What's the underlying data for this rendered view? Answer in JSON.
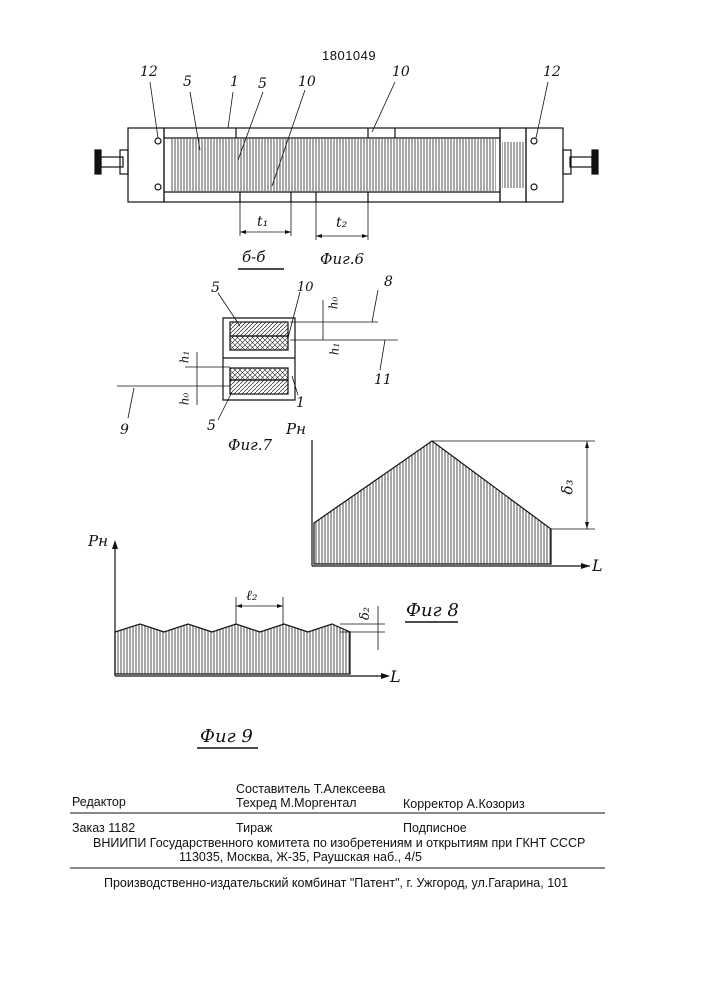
{
  "patent_number": "1801049",
  "fig6": {
    "part_labels": [
      "12",
      "5",
      "1",
      "5",
      "10",
      "10",
      "12"
    ],
    "dim_labels": [
      "t₁",
      "t₂"
    ],
    "section_label": "б-б",
    "caption": "Фиг.6"
  },
  "fig7": {
    "part_labels": [
      "5",
      "10",
      "8",
      "11",
      "1",
      "5",
      "9"
    ],
    "dim_labels": [
      "h₀",
      "h₁",
      "h₁",
      "h₀"
    ],
    "caption": "Фиг.7"
  },
  "fig8": {
    "caption": "Фиг 8",
    "y_axis": "Pн",
    "x_axis": "L",
    "delta_label": "δ₃"
  },
  "fig9": {
    "caption": "Фиг 9",
    "y_axis": "Pн",
    "x_axis": "L",
    "pitch_label": "ℓ₂",
    "delta_label": "δ₂"
  },
  "colophon": {
    "compiler": "Составитель  Т.Алексеева",
    "editor": "Редактор",
    "techred": "Техред М.Моргентал",
    "corrector": "Корректор  А.Козориз",
    "order": "Заказ  1182",
    "circulation": "Тираж",
    "signed": "Подписное",
    "vniipi": "ВНИИПИ Государственного комитета по изобретениям и открытиям при ГКНТ СССР",
    "address": "113035, Москва, Ж-35, Раушская наб., 4/5",
    "printer": "Производственно-издательский комбинат \"Патент\", г. Ужгород, ул.Гагарина, 101"
  }
}
